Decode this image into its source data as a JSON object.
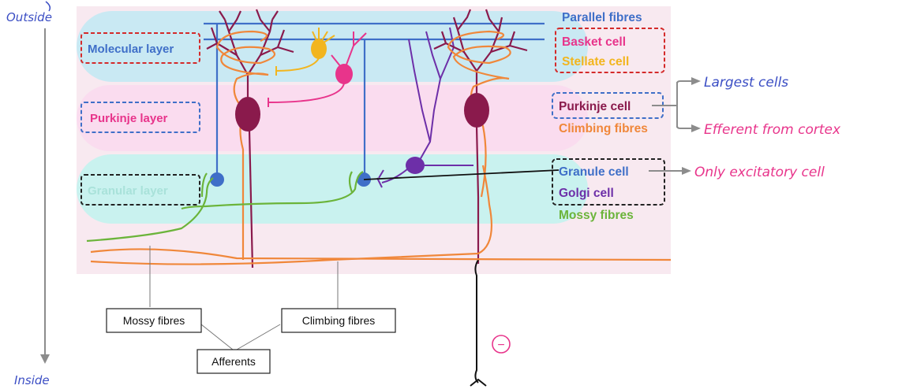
{
  "colors": {
    "molecular_band": "#c9e9f3",
    "purkinje_band": "#fadcef",
    "granular_band": "#c9f2ef",
    "bg_panel": "#f8e9f0",
    "blue": "#3f6fc8",
    "pink": "#e8348b",
    "yellow": "#f2b51e",
    "maroon": "#8a1a4c",
    "orange": "#f0873a",
    "green": "#6bb43a",
    "purple": "#6d2fa8",
    "hand_pink": "#e8348b",
    "hand_blue": "#3b4ec4",
    "arrow_gray": "#8c8c8c"
  },
  "axis": {
    "top_label": "Outside",
    "bottom_label": "Inside"
  },
  "layers": {
    "molecular": "Molecular layer",
    "purkinje": "Purkinje layer",
    "granular": "Granular layer"
  },
  "legend": {
    "parallel_fibres": "Parallel fibres",
    "basket_cell": "Basket cell",
    "stellate_cell": "Stellate cell",
    "purkinje_cell": "Purkinje cell",
    "climbing_fibres": "Climbing fibres",
    "granule_cell": "Granule cell",
    "golgi_cell": "Golgi cell",
    "mossy_fibres": "Mossy fibres"
  },
  "annotations": {
    "largest_cells": "Largest cells",
    "efferent": "Efferent from cortex",
    "only_excitatory": "Only excitatory cell",
    "inhibitory_sign": "−"
  },
  "boxes": {
    "mossy_fibres": "Mossy fibres",
    "climbing_fibres": "Climbing fibres",
    "afferents": "Afferents"
  }
}
